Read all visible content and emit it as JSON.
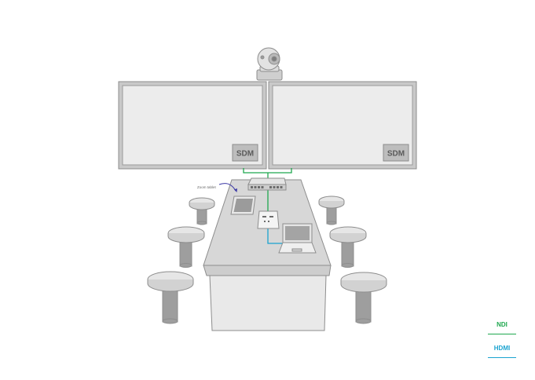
{
  "screen_labels": {
    "left": "SDM",
    "right": "SDM"
  },
  "annotation": {
    "tablet": "Zoom tablet"
  },
  "legend": [
    {
      "label": "NDI",
      "color": "#1fa84f"
    },
    {
      "label": "HDMI",
      "color": "#1aa3d0"
    }
  ],
  "colors": {
    "ndi": "#1fa84f",
    "hdmi": "#1aa3d0",
    "annotation_arrow": "#3d3aa6",
    "equipment_fill": "#d7d7d7",
    "equipment_stroke": "#8d8d8d"
  },
  "icons": [
    "ptz-camera-icon",
    "network-switch-icon",
    "zoom-tablet-icon",
    "table-connect-box-icon",
    "laptop-icon",
    "stool-icon"
  ]
}
